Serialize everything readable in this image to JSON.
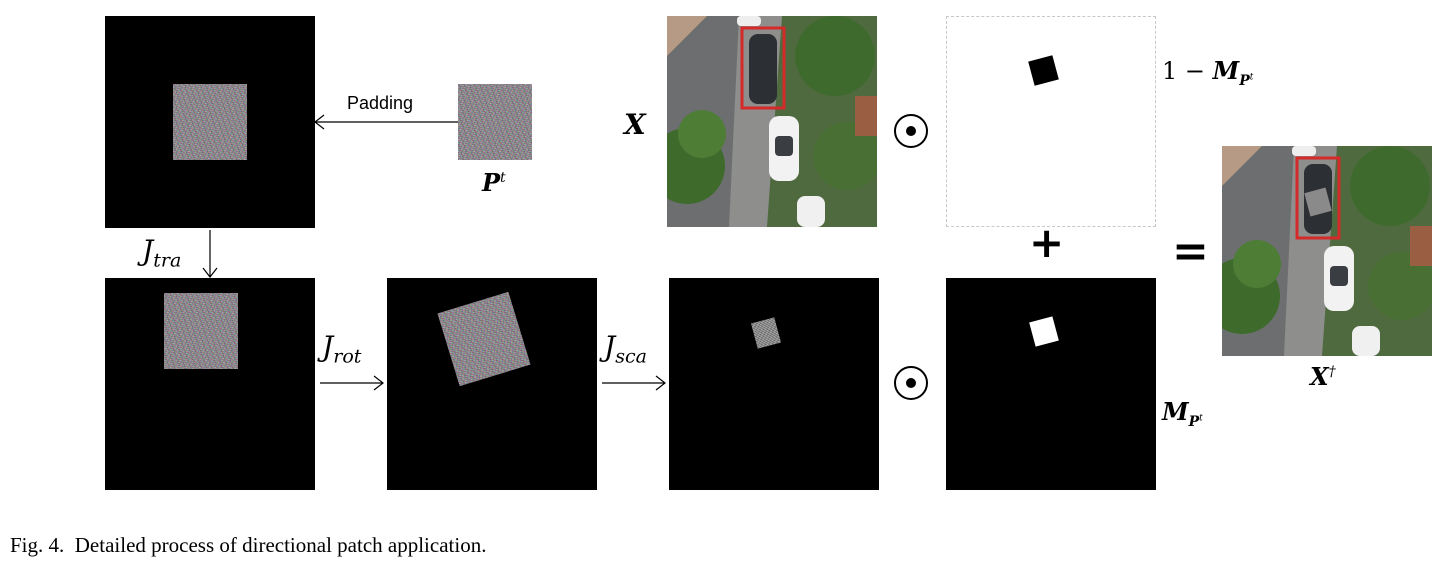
{
  "labels": {
    "padding": "Padding",
    "patch": "P",
    "patch_sup": "t",
    "j_tra_base": "J",
    "j_tra_sub": "tra",
    "j_rot_base": "J",
    "j_rot_sub": "rot",
    "j_sca_base": "J",
    "j_sca_sub": "sca",
    "input": "X",
    "inv_mask_prefix": "1 − ",
    "mask_base": "M",
    "mask_sub": "P",
    "mask_sub_sup": "t",
    "output": "X",
    "output_sup": "†",
    "plus": "+",
    "equals": "="
  },
  "caption": "Fig. 4.  Detailed process of directional patch application."
}
